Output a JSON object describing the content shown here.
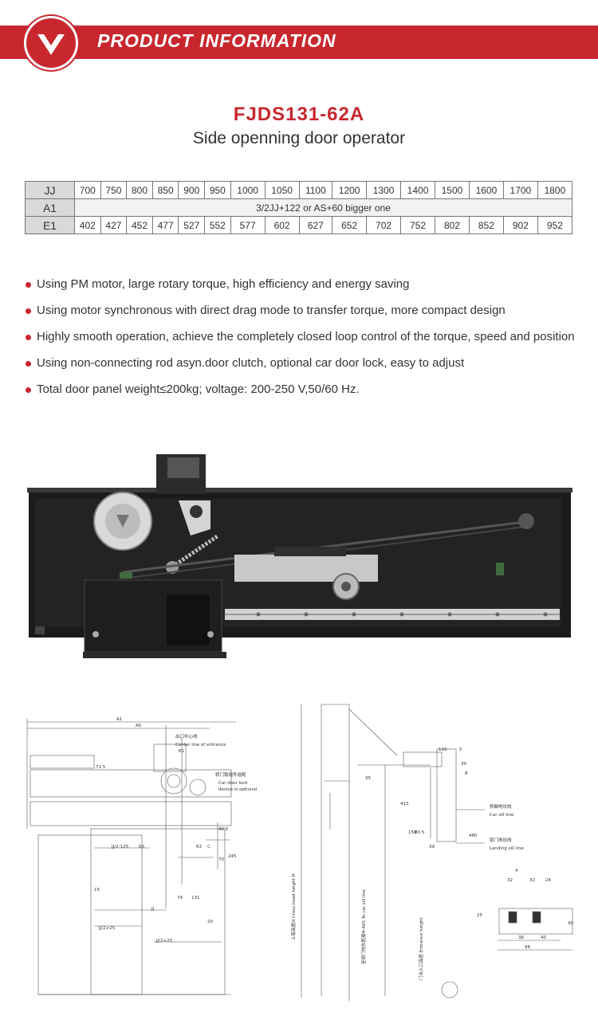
{
  "header": {
    "title": "PRODUCT INFORMATION"
  },
  "product": {
    "model": "FJDS131-62A",
    "subtitle": "Side openning door operator"
  },
  "spec_table": {
    "rows": [
      {
        "label": "JJ",
        "values": [
          "700",
          "750",
          "800",
          "850",
          "900",
          "950",
          "1000",
          "1050",
          "1100",
          "1200",
          "1300",
          "1400",
          "1500",
          "1600",
          "1700",
          "1800"
        ]
      },
      {
        "label": "A1",
        "span_text": "3/2JJ+122 or AS+60 bigger one"
      },
      {
        "label": "E1",
        "values": [
          "402",
          "427",
          "452",
          "477",
          "527",
          "552",
          "577",
          "602",
          "627",
          "652",
          "702",
          "752",
          "802",
          "852",
          "902",
          "952"
        ]
      }
    ]
  },
  "features": [
    "Using PM motor, large rotary torque, high efficiency and energy saving",
    "Using motor synchronous with direct drag mode to transfer torque, more compact design",
    "Highly smooth operation, achieve the completely closed loop control of the torque, speed and position",
    "Using non-connecting rod asyn.door clutch, optional car door lock, easy to adjust",
    "Total door panel weight≤200kg; voltage: 200-250 V,50/60 Hz."
  ],
  "drawing_labels": {
    "a1": "A1",
    "as": "AS",
    "entrance_cn": "出口中心线",
    "entrance_en": "Center line of entrance",
    "e1": "E1",
    "lock_cn": "轿门锁组件选配",
    "lock_en1": "Car door lock",
    "lock_en2": "device is optional",
    "d_jj2_125": "JJ/2-125",
    "d_63a": "63",
    "d_63b": "63",
    "d_c": "C",
    "d_70": "70",
    "d_245": "245",
    "d_46_5": "46.5",
    "d_15": "15",
    "d_74": "74",
    "d_131": "131",
    "d_jj": "JJ",
    "d_20": "20",
    "d_jj2_25a": "JJ/2+25",
    "d_jj2_25b": "JJ/2+25",
    "d_71_5": "71.5",
    "d_110": "110",
    "d_5": "5",
    "d_30": "30",
    "d_8": "8",
    "d_413": "413",
    "d_35": "35",
    "d_150": "150",
    "d_80_5": "80.5",
    "d_39": "39",
    "d_480": "480",
    "car_sill_cn": "轿厢地坎线",
    "car_sill_en": "Car sill line",
    "landing_sill_cn": "层门地坎线",
    "landing_sill_en": "Landing sill line",
    "cross_head": "上梁高度H Cross head height H",
    "to_car_sill": "至轿门地坎距离H-465 To car sill line",
    "entrance_height": "门出入口高度 Entrance height",
    "d_4": "4",
    "d_32a": "32",
    "d_32b": "32",
    "d_24": "24",
    "d_25": "25",
    "d_36": "36",
    "d_40a": "40",
    "d_40b": "40",
    "d_96": "96"
  },
  "colors": {
    "accent": "#c8272e",
    "table_header": "#d9d9d9"
  }
}
